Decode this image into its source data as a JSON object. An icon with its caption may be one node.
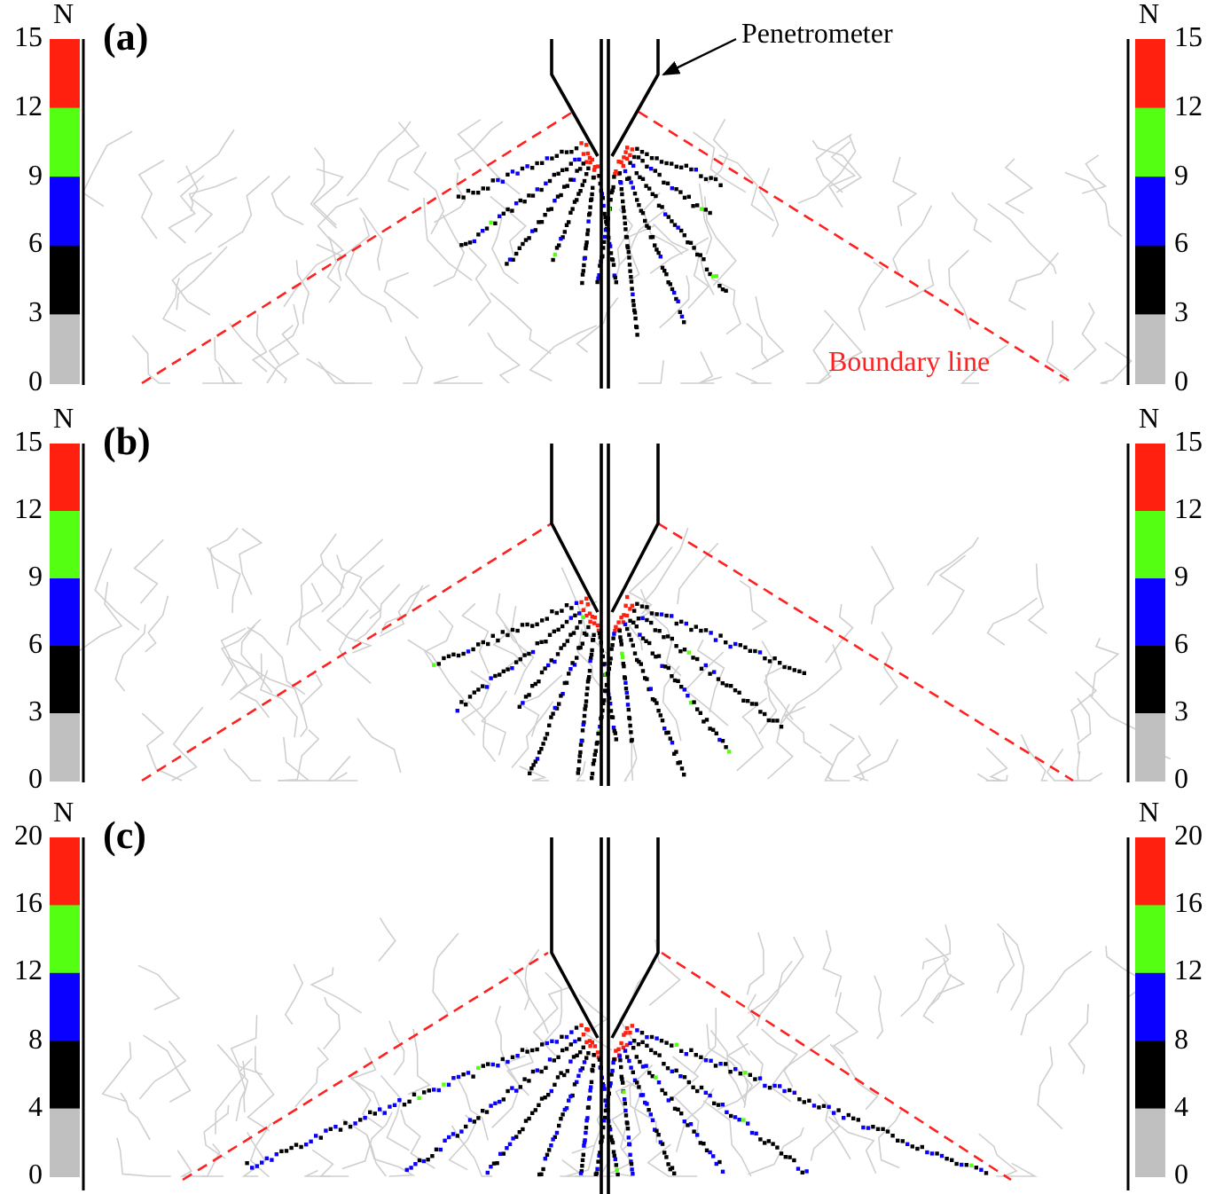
{
  "diagram": {
    "nodes": [
      {
        "text": [
          "Penetrometer"
        ]
      },
      {
        "text": [],
        "shape": "picture"
      }
    ],
    "edges": [
      {
        "from": 0,
        "to": 1,
        "arrow": "to"
      }
    ],
    "labels": [
      "N",
      "(a)",
      "N",
      "15",
      "15",
      "12",
      "12",
      "9",
      "9",
      "6",
      "6",
      "3",
      "3",
      "0",
      "0",
      "Boundary line",
      "N",
      "(b)",
      "N",
      "15",
      "15",
      "12",
      "12",
      "9",
      "9",
      "6",
      "6",
      "3",
      "3",
      "0",
      "0",
      "N",
      "(c)",
      "N",
      "20",
      "20",
      "16",
      "16",
      "12",
      "12",
      "8",
      "8",
      "4",
      "4",
      "0",
      "0"
    ]
  }
}
